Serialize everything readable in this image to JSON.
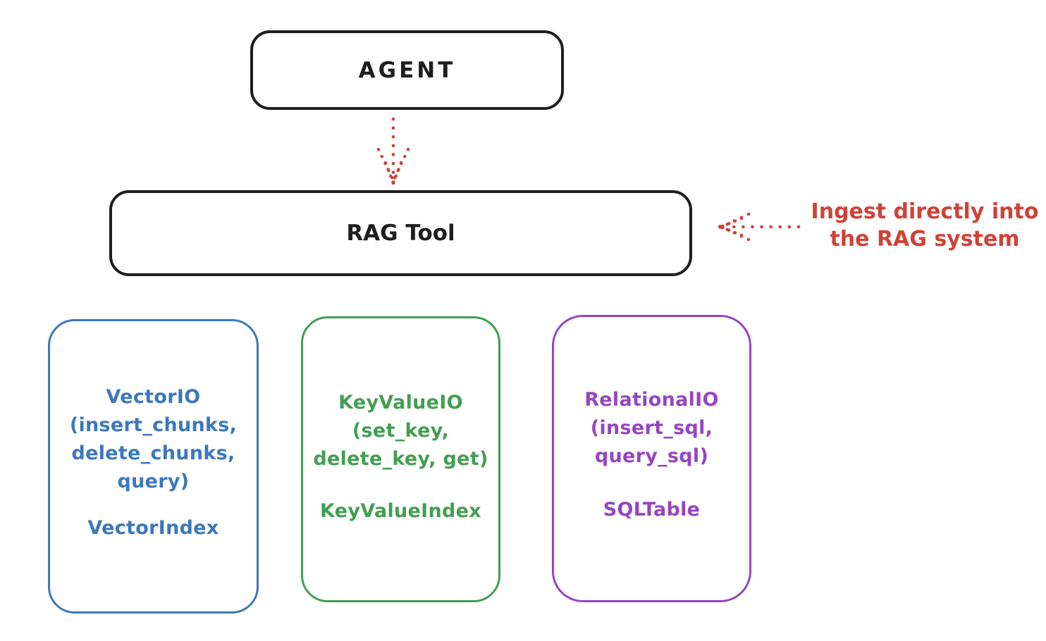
{
  "colors": {
    "ink": "#1e1e1e",
    "red": "#cf4237",
    "blue": "#3b78bd",
    "green": "#429e52",
    "purple": "#9745c0",
    "background": "#ffffff"
  },
  "diagram": {
    "agent": {
      "label": "AGENT"
    },
    "rag_tool": {
      "label": "RAG Tool"
    },
    "annotation": {
      "text": "Ingest directly into\nthe RAG system"
    },
    "arrows": [
      {
        "name": "agent-to-rag-tool",
        "style": "dotted",
        "direction": "down"
      },
      {
        "name": "annotation-to-rag-tool",
        "style": "dotted",
        "direction": "left"
      }
    ],
    "io_boxes": [
      {
        "name": "vector-io",
        "body": "VectorIO\n(insert_chunks,\ndelete_chunks,\nquery)",
        "footer": "VectorIndex",
        "color": "#3b78bd"
      },
      {
        "name": "keyvalue-io",
        "body": "KeyValueIO\n(set_key,\ndelete_key, get)",
        "footer": "KeyValueIndex",
        "color": "#429e52"
      },
      {
        "name": "relational-io",
        "body": "RelationalIO\n(insert_sql,\nquery_sql)",
        "footer": "SQLTable",
        "color": "#9745c0"
      }
    ]
  }
}
